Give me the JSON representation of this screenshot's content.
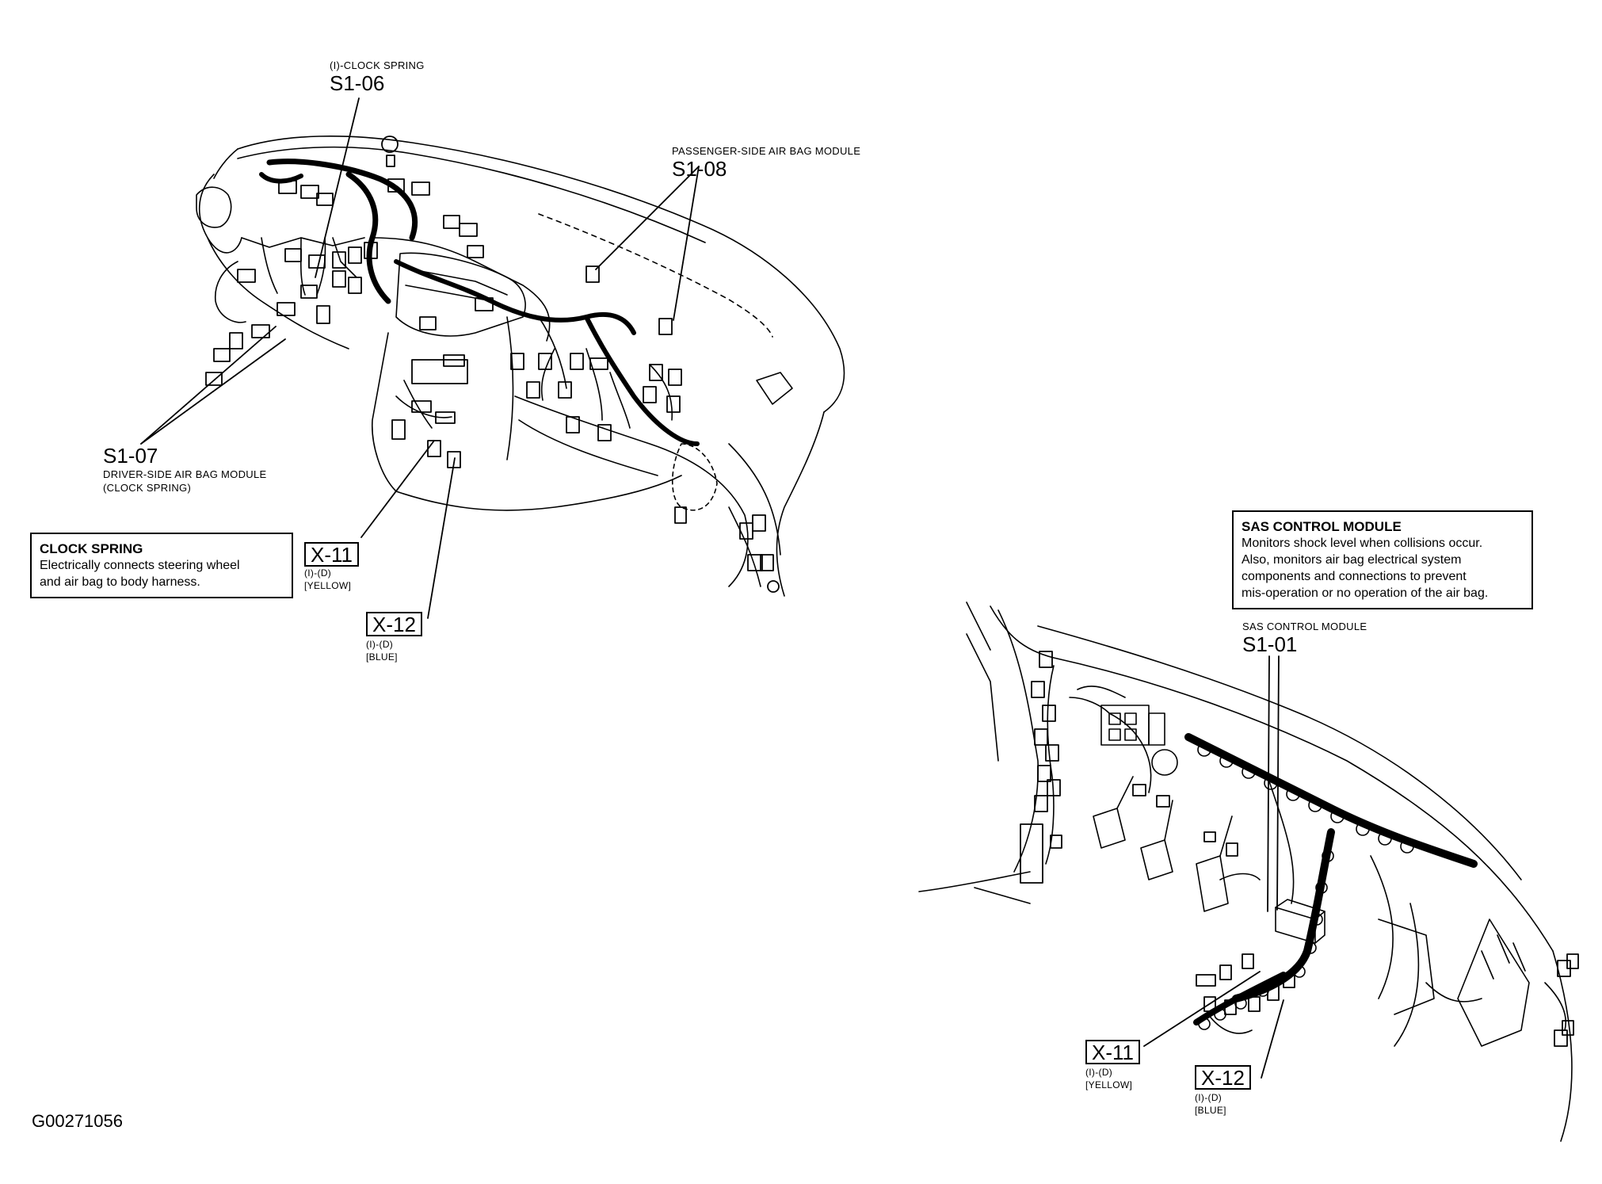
{
  "top_diagram": {
    "clock_spring": {
      "desc": "(I)-CLOCK SPRING",
      "code": "S1-06"
    },
    "passenger_airbag": {
      "desc": "PASSENGER-SIDE AIR BAG MODULE",
      "code": "S1-08"
    },
    "driver_airbag": {
      "code": "S1-07",
      "desc_line1": "DRIVER-SIDE AIR BAG MODULE",
      "desc_line2": "(CLOCK SPRING)"
    },
    "x11": {
      "code": "X-11",
      "sub1": "(I)-(D)",
      "sub2": "[YELLOW]"
    },
    "x12": {
      "code": "X-12",
      "sub1": "(I)-(D)",
      "sub2": "[BLUE]"
    },
    "note": {
      "title": "CLOCK SPRING",
      "line1": "Electrically connects steering wheel",
      "line2": "and air bag to body harness."
    }
  },
  "bottom_diagram": {
    "note": {
      "title": "SAS CONTROL MODULE",
      "line1": "Monitors shock level when collisions occur.",
      "line2": "Also, monitors air bag electrical system",
      "line3": "components and connections to prevent",
      "line4": "mis-operation or no operation of the air bag."
    },
    "sas_module": {
      "desc": "SAS CONTROL MODULE",
      "code": "S1-01"
    },
    "x11": {
      "code": "X-11",
      "sub1": "(I)-(D)",
      "sub2": "[YELLOW]"
    },
    "x12": {
      "code": "X-12",
      "sub1": "(I)-(D)",
      "sub2": "[BLUE]"
    }
  },
  "figure_id": "G00271056"
}
